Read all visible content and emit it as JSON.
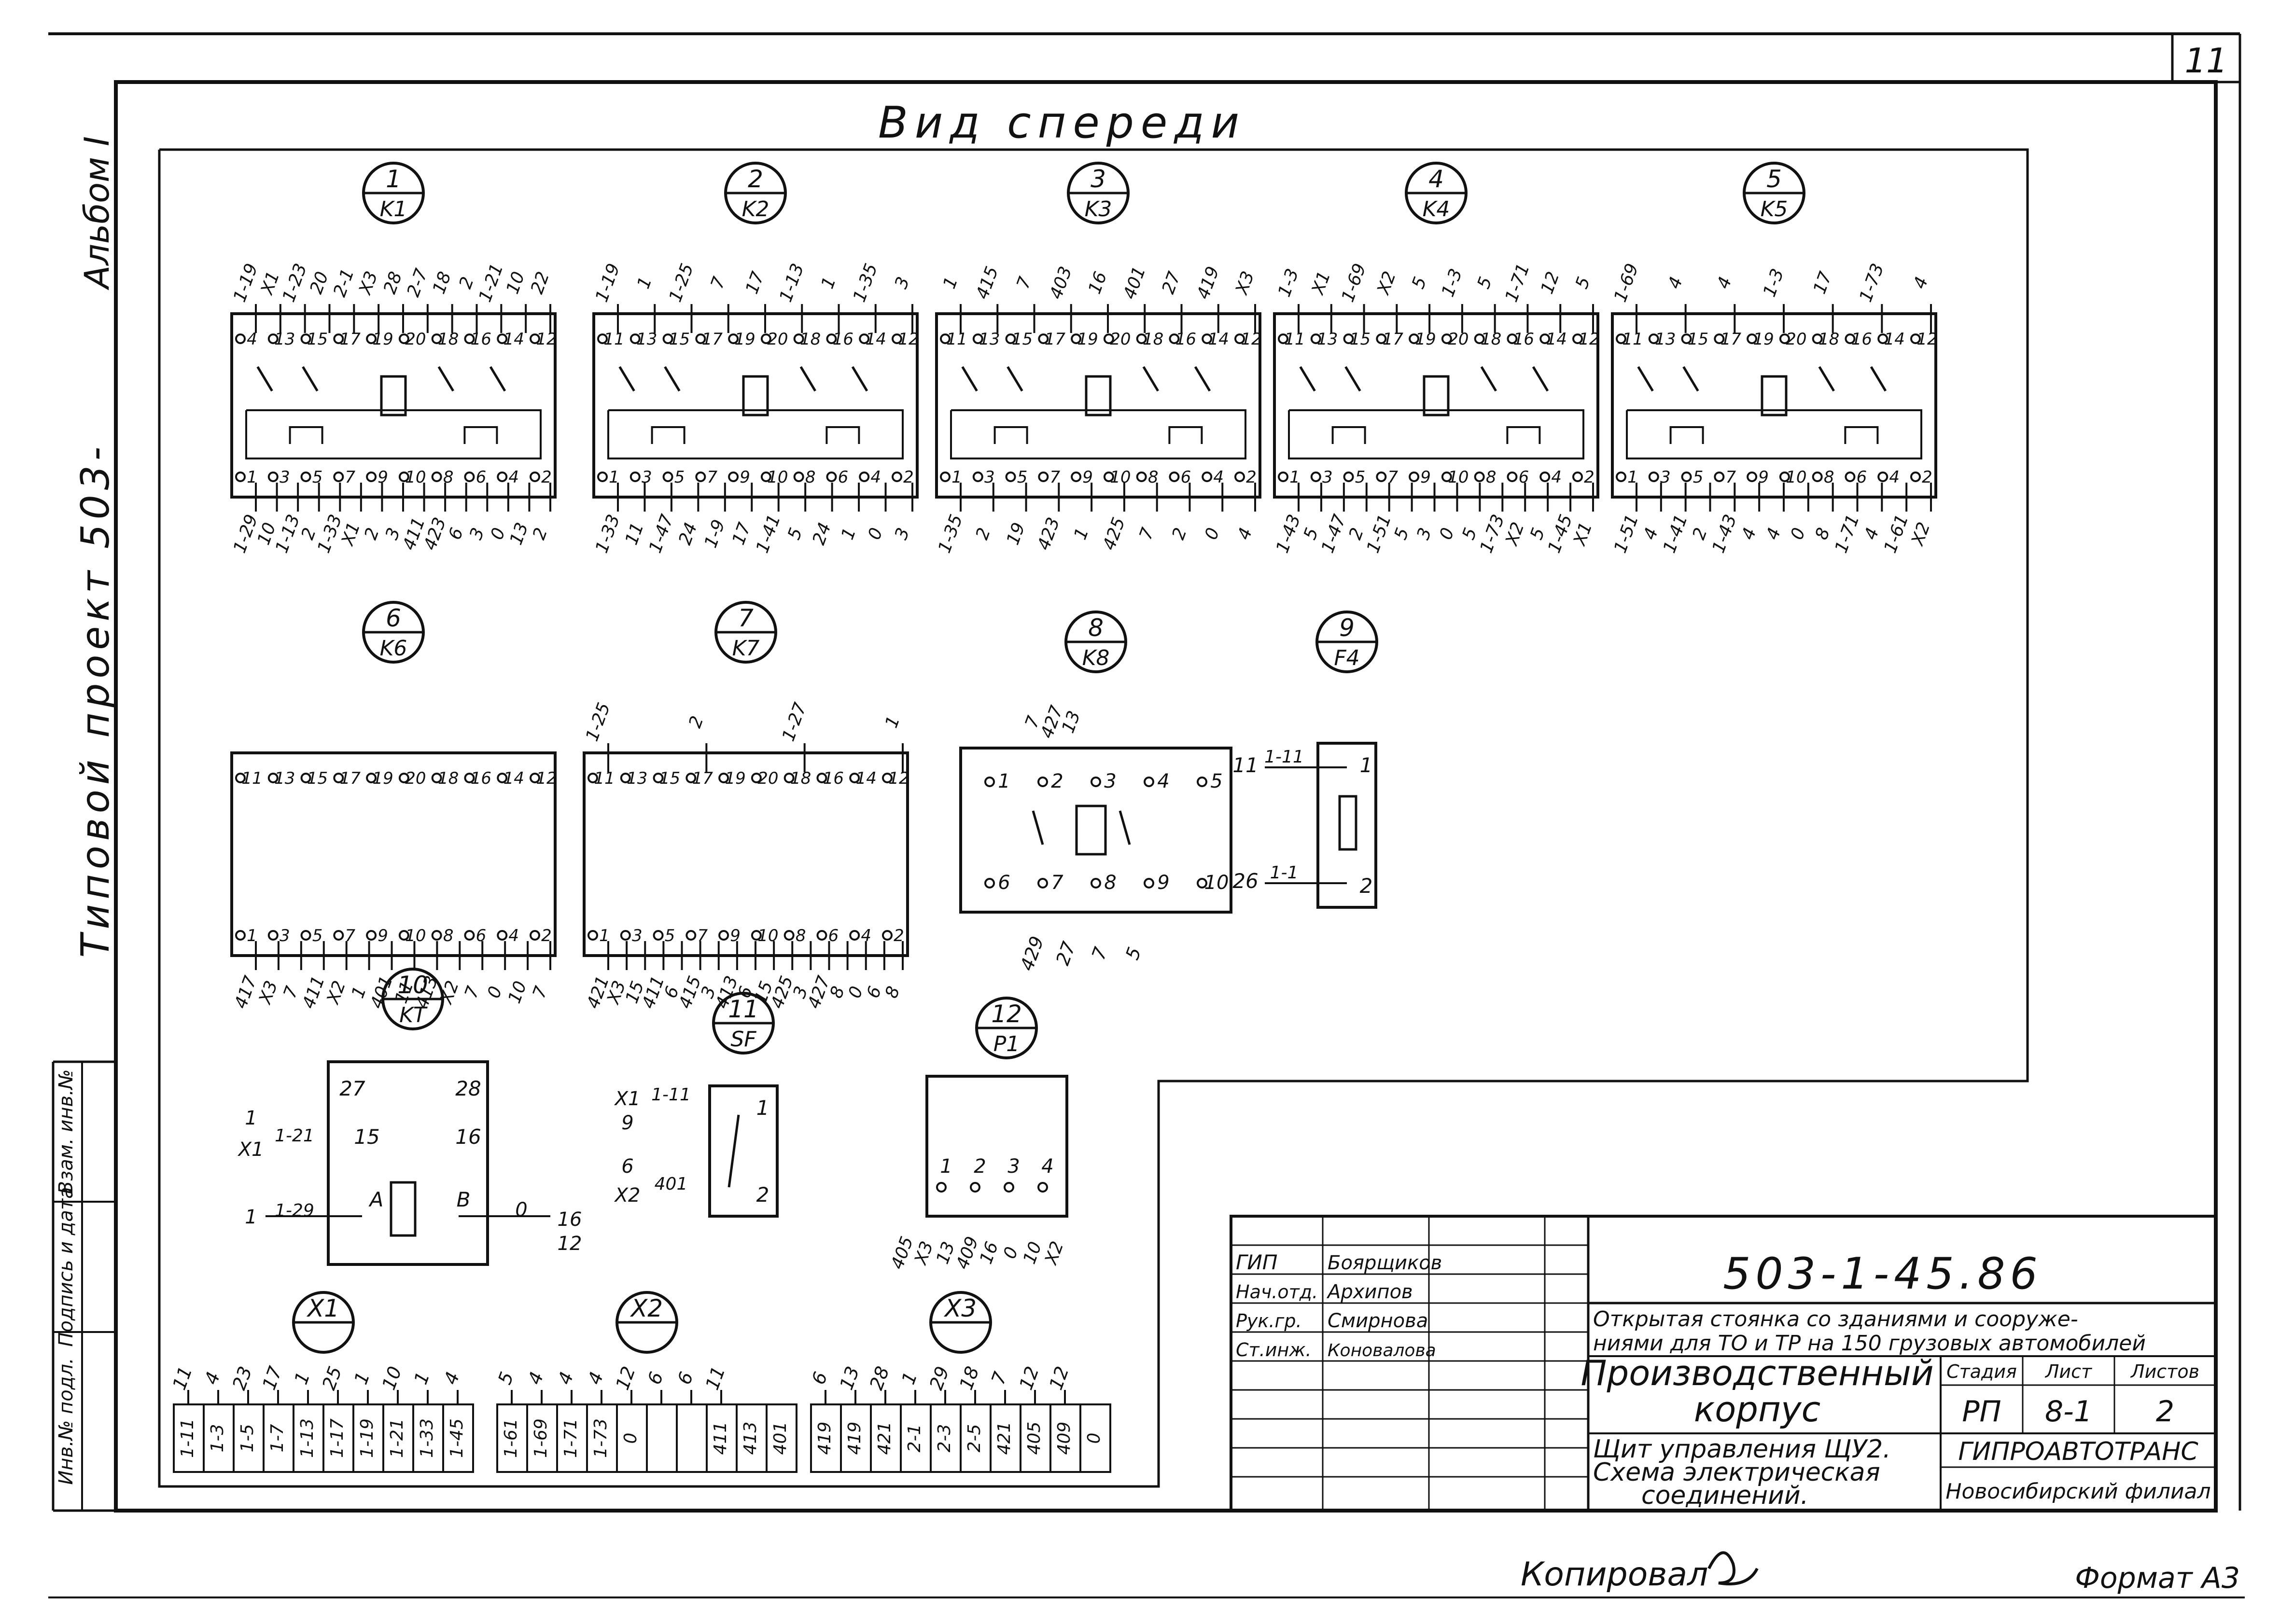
{
  "sheet_number": "11",
  "view_title": "Вид спереди",
  "side_labels": {
    "album": "Альбом I",
    "project": "Типовой проект 503-",
    "stamp_cells": [
      "Инв.№ подл.",
      "Подпись и дата",
      "Взам. инв.№"
    ]
  },
  "relays_top": [
    {
      "num": "1",
      "code": "K1",
      "top_labels": [
        "1-19",
        "X1",
        "1-23",
        "20",
        "2-1",
        "X3",
        "28",
        "2-7",
        "18",
        "2",
        "1-21",
        "10",
        "22"
      ],
      "terminals_top": [
        "4",
        "13",
        "15",
        "17",
        "19",
        "20",
        "18",
        "16",
        "14",
        "12"
      ],
      "terminals_bottom": [
        "1",
        "3",
        "5",
        "7",
        "9",
        "10",
        "8",
        "6",
        "4",
        "2"
      ],
      "bottom_labels": [
        "1-29",
        "10",
        "1-13",
        "2",
        "1-33",
        "X1",
        "2",
        "3",
        "411",
        "423",
        "6",
        "3",
        "0",
        "13",
        "2"
      ]
    },
    {
      "num": "2",
      "code": "K2",
      "top_labels": [
        "1-19",
        "1",
        "1-25",
        "7",
        "17",
        "1-13",
        "1",
        "1-35",
        "3"
      ],
      "terminals_top": [
        "11",
        "13",
        "15",
        "17",
        "19",
        "20",
        "18",
        "16",
        "14",
        "12"
      ],
      "terminals_bottom": [
        "1",
        "3",
        "5",
        "7",
        "9",
        "10",
        "8",
        "6",
        "4",
        "2"
      ],
      "bottom_labels": [
        "1-33",
        "11",
        "1-47",
        "24",
        "1-9",
        "17",
        "1-41",
        "5",
        "24",
        "1",
        "0",
        "3"
      ]
    },
    {
      "num": "3",
      "code": "K3",
      "top_labels": [
        "1",
        "415",
        "7",
        "403",
        "16",
        "401",
        "27",
        "419",
        "X3"
      ],
      "terminals_top": [
        "11",
        "13",
        "15",
        "17",
        "19",
        "20",
        "18",
        "16",
        "14",
        "12"
      ],
      "terminals_bottom": [
        "1",
        "3",
        "5",
        "7",
        "9",
        "10",
        "8",
        "6",
        "4",
        "2"
      ],
      "bottom_labels": [
        "1-35",
        "2",
        "19",
        "423",
        "1",
        "425",
        "7",
        "2",
        "0",
        "4"
      ]
    },
    {
      "num": "4",
      "code": "K4",
      "top_labels": [
        "1-3",
        "X1",
        "1-69",
        "X2",
        "5",
        "1-3",
        "5",
        "1-71",
        "12",
        "5"
      ],
      "terminals_top": [
        "11",
        "13",
        "15",
        "17",
        "19",
        "20",
        "18",
        "16",
        "14",
        "12"
      ],
      "terminals_bottom": [
        "1",
        "3",
        "5",
        "7",
        "9",
        "10",
        "8",
        "6",
        "4",
        "2"
      ],
      "bottom_labels": [
        "1-43",
        "5",
        "1-47",
        "2",
        "1-51",
        "5",
        "3",
        "0",
        "5",
        "1-73",
        "X2",
        "5",
        "1-45",
        "X1"
      ]
    },
    {
      "num": "5",
      "code": "K5",
      "top_labels": [
        "1-69",
        "4",
        "4",
        "1-3",
        "17",
        "1-73",
        "4"
      ],
      "terminals_top": [
        "11",
        "13",
        "15",
        "17",
        "19",
        "20",
        "18",
        "16",
        "14",
        "12"
      ],
      "terminals_bottom": [
        "1",
        "3",
        "5",
        "7",
        "9",
        "10",
        "8",
        "6",
        "4",
        "2"
      ],
      "bottom_labels": [
        "1-51",
        "4",
        "1-41",
        "2",
        "1-43",
        "4",
        "4",
        "0",
        "8",
        "1-71",
        "4",
        "1-61",
        "X2"
      ]
    }
  ],
  "relays_mid": [
    {
      "num": "6",
      "code": "K6",
      "top_labels": [],
      "terminals_top": [
        "11",
        "13",
        "15",
        "17",
        "19",
        "20",
        "18",
        "16",
        "14",
        "12"
      ],
      "terminals_bottom": [
        "1",
        "3",
        "5",
        "7",
        "9",
        "10",
        "8",
        "6",
        "4",
        "2"
      ],
      "bottom_labels": [
        "417",
        "X3",
        "7",
        "411",
        "X2",
        "1",
        "401",
        "11",
        "413",
        "X2",
        "7",
        "0",
        "10",
        "7"
      ]
    },
    {
      "num": "7",
      "code": "K7",
      "top_labels": [
        "1-25",
        "2",
        "1-27",
        "1"
      ],
      "terminals_top": [
        "11",
        "13",
        "15",
        "17",
        "19",
        "20",
        "18",
        "16",
        "14",
        "12"
      ],
      "terminals_bottom": [
        "1",
        "3",
        "5",
        "7",
        "9",
        "10",
        "8",
        "6",
        "4",
        "2"
      ],
      "bottom_labels": [
        "421",
        "X3",
        "15",
        "411",
        "6",
        "415",
        "3",
        "413",
        "6",
        "15",
        "425",
        "3",
        "427",
        "8",
        "0",
        "6",
        "8"
      ]
    }
  ],
  "k8": {
    "num": "8",
    "code": "K8",
    "top_labels": [
      "7",
      "427",
      "13"
    ],
    "terminals_top": [
      "1",
      "2",
      "3",
      "4",
      "5"
    ],
    "terminals_bottom": [
      "6",
      "7",
      "8",
      "9",
      "10"
    ],
    "bottom_labels": [
      "429",
      "27",
      "7",
      "5"
    ]
  },
  "fuse": {
    "num": "9",
    "code": "F4",
    "term1": "1",
    "term2": "2",
    "in1_label": "11",
    "in1_wire": "1-11",
    "in2_label": "26",
    "in2_wire": "1-1"
  },
  "timer": {
    "num": "10",
    "code": "KT",
    "t27": "27",
    "t28": "28",
    "t15": "15",
    "t16": "16",
    "tA": "A",
    "tB": "B",
    "left": [
      "1",
      "1-21",
      "X1",
      "1",
      "1-29"
    ],
    "right": [
      "0",
      "16",
      "12"
    ]
  },
  "breaker": {
    "num": "11",
    "code": "SF",
    "t1": "1",
    "t2": "2",
    "left": [
      "X1",
      "1-11",
      "9",
      "6",
      "401",
      "X2"
    ]
  },
  "p1": {
    "num": "12",
    "code": "P1",
    "terminals": [
      "1",
      "2",
      "3",
      "4"
    ],
    "bottom_labels": [
      "405",
      "X3",
      "13",
      "409",
      "16",
      "0",
      "10",
      "X2"
    ]
  },
  "strips": [
    {
      "num": "X1",
      "cells": [
        "1-11",
        "1-3",
        "1-5",
        "1-7",
        "1-13",
        "1-17",
        "1-19",
        "1-21",
        "1-33",
        "1-45"
      ],
      "top": [
        "11",
        "4",
        "23",
        "17",
        "1",
        "25",
        "1",
        "10",
        "1",
        "4"
      ]
    },
    {
      "num": "X2",
      "cells": [
        "1-61",
        "1-69",
        "1-71",
        "1-73",
        "0",
        "",
        "",
        "411",
        "413",
        "401"
      ],
      "top": [
        "5",
        "4",
        "4",
        "4",
        "12",
        "6",
        "6",
        "11"
      ]
    },
    {
      "num": "X3",
      "cells": [
        "419",
        "419",
        "421",
        "2-1",
        "2-3",
        "2-5",
        "421",
        "405",
        "409",
        "0"
      ],
      "top": [
        "6",
        "13",
        "28",
        "1",
        "29",
        "18",
        "7",
        "12",
        "12"
      ]
    }
  ],
  "title_block": {
    "roles": [
      "ГИП",
      "Нач.отд.",
      "Рук.гр.",
      "Ст.инж."
    ],
    "names": [
      "Боярщиков",
      "Архипов",
      "Смирнова",
      "Коновалова"
    ],
    "doc_code": "503-1-45.86",
    "project_desc": "Открытая стоянка со зданиями и сооружениями для ТО и ТР на 150 грузовых автомобилей",
    "building": "Производственный корпус",
    "stage_header": "Стадия",
    "sheet_header": "Лист",
    "sheets_header": "Листов",
    "stage": "РП",
    "sheet": "8-1",
    "sheets": "2",
    "drawing_title": "Щит управления ЩУ2. Схема электрическая соединений.",
    "org": "ГИПРОАВТОТРАНС",
    "branch": "Новосибирский филиал"
  },
  "footer": {
    "copied": "Копировал",
    "format": "Формат А3"
  }
}
